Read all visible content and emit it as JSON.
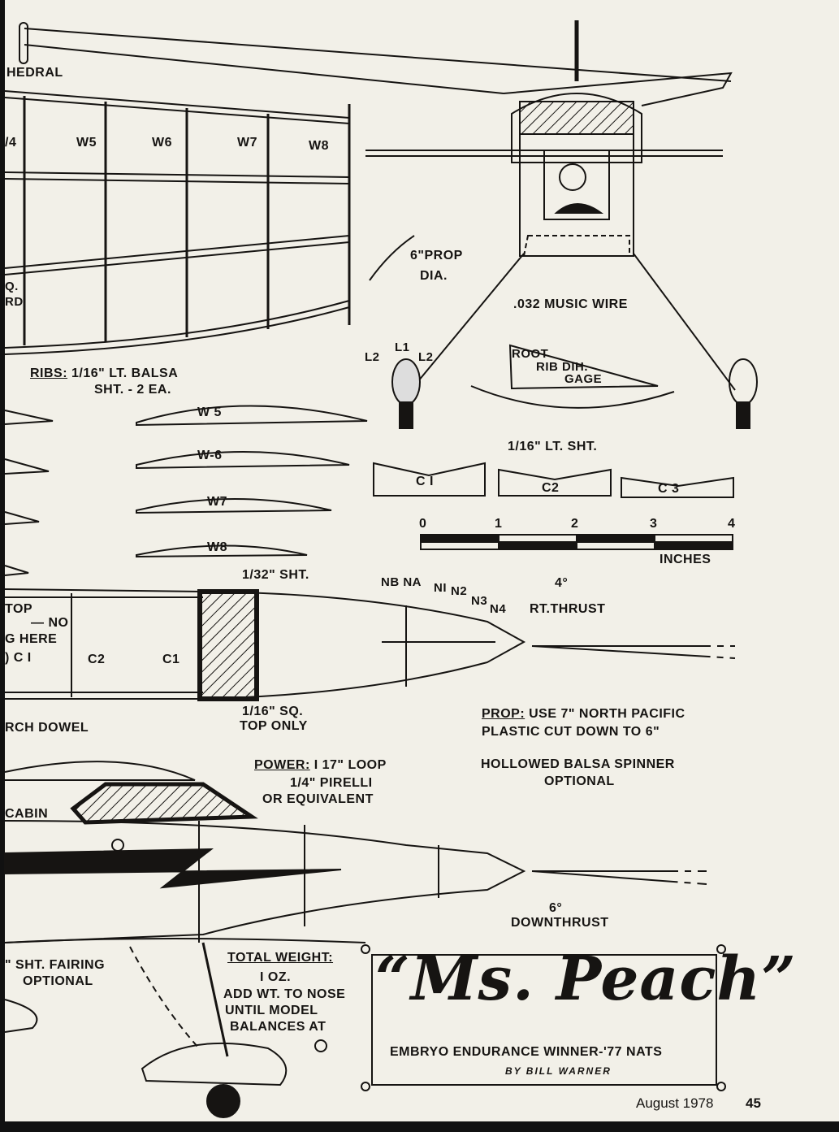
{
  "wing_top": {
    "dihedral_fragment": "HEDRAL",
    "rib_stations": [
      "/4",
      "W5",
      "W6",
      "W7",
      "W8"
    ],
    "callout_fragments": [
      "Q.",
      "RD"
    ]
  },
  "ribs_note": {
    "label": "RIBS:",
    "line1": "1/16\" LT. BALSA",
    "line2": "SHT. - 2 EA."
  },
  "rib_templates": [
    "W 5",
    "W-6",
    "W7",
    "W8"
  ],
  "front_view": {
    "prop_line1": "6\"PROP",
    "prop_line2": "DIA.",
    "wire": ".032 MUSIC WIRE",
    "wheel_labels": [
      "L2",
      "L1",
      "L2"
    ],
    "gage": [
      "ROOT",
      "RIB DIH.",
      "GAGE"
    ]
  },
  "formers": {
    "material": "1/16\" LT. SHT.",
    "labels": [
      "C I",
      "C2",
      "C 3"
    ]
  },
  "scale": {
    "ticks": [
      "0",
      "1",
      "2",
      "3",
      "4"
    ],
    "unit": "INCHES"
  },
  "fuselage_top": {
    "sheet": "1/32\" SHT.",
    "nose_labels": [
      "NB NA",
      "NI",
      "N2",
      "N3",
      "N4"
    ],
    "thrust_angle": "4°",
    "thrust_label": "RT.THRUST",
    "left_notes": [
      "TOP",
      "— NO",
      "G HERE",
      ") C I"
    ],
    "c2": "C2",
    "c1": "C1",
    "dowel": "RCH DOWEL",
    "sq_line1": "1/16\" SQ.",
    "sq_line2": "TOP ONLY"
  },
  "prop_note": {
    "label": "PROP:",
    "line1": "USE 7\" NORTH PACIFIC",
    "line2": "PLASTIC CUT DOWN TO 6\""
  },
  "power_note": {
    "label": "POWER:",
    "line1": "I   17\" LOOP",
    "line2": "1/4\" PIRELLI",
    "line3": "OR EQUIVALENT"
  },
  "spinner_note": {
    "line1": "HOLLOWED BALSA SPINNER",
    "line2": "OPTIONAL"
  },
  "fuselage_side": {
    "cabin": "CABIN",
    "down_angle": "6°",
    "down_label": "DOWNTHRUST"
  },
  "fairing_note": {
    "line1": "\" SHT. FAIRING",
    "line2": "OPTIONAL"
  },
  "weight_note": {
    "label": "TOTAL WEIGHT:",
    "line1": "I OZ.",
    "line2": "ADD WT. TO NOSE",
    "line3": "UNTIL MODEL",
    "line4": "BALANCES AT"
  },
  "title_box": {
    "title": "“Ms. Peach”",
    "subtitle": "EMBRYO ENDURANCE WINNER-'77 NATS",
    "byline": "BY BILL WARNER"
  },
  "footer": {
    "issue": "August 1978",
    "page": "45"
  }
}
